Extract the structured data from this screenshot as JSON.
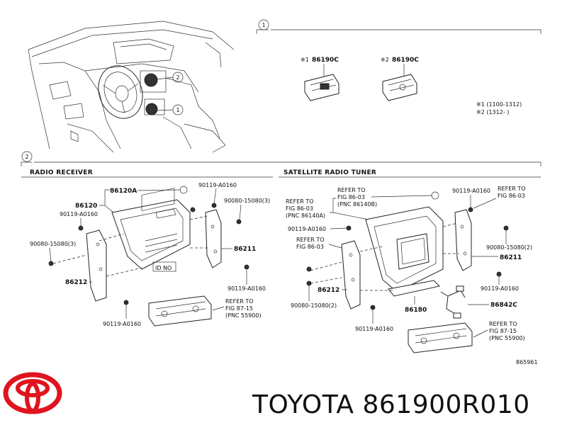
{
  "section_markers": {
    "one": "1",
    "two": "2"
  },
  "variant_callouts": [
    {
      "prefix": "※1",
      "part": "86190C"
    },
    {
      "prefix": "※2",
      "part": "86190C"
    }
  ],
  "variant_legend": [
    "※1 (1100-1312)",
    "※2 (1312-      )"
  ],
  "sections": {
    "radio_receiver": "RADIO RECEIVER",
    "satellite_tuner": "SATELLITE RADIO TUNER"
  },
  "radio_labels": {
    "p86120A": "86120A",
    "p86120": "86120",
    "bolt_a_top": "90119-A0160",
    "screw_top": "90080-15080(3)",
    "bolt_a_left": "90119-A0160",
    "screw_left": "90080-15080(3)",
    "p86211": "86211",
    "p86212": "86212",
    "bolt_a_right": "90119-A0160",
    "bolt_a_bottom": "90119-A0160",
    "id_no": "ID NO",
    "refer_1": "REFER TO",
    "refer_2": "FIG 87-15",
    "refer_3": "(PNC 55900)"
  },
  "sat_labels": {
    "refer_a1": "REFER TO",
    "refer_a2": "FIG 86-03",
    "refer_a3": "(PNC 86140B)",
    "refer_b1": "REFER TO",
    "refer_b2": "FIG 86-03",
    "refer_b3": "(PNC 86140A)",
    "bolt_a_top": "90119-A0160",
    "refer_c1": "REFER TO",
    "refer_c2": "FIG 86-03",
    "bolt_a_left": "90119-A0160",
    "refer_d1": "REFER TO",
    "refer_d2": "FIG 86-03",
    "screw_right": "90080-15080(2)",
    "p86211": "86211",
    "p86212": "86212",
    "screw_left": "90080-15080(2)",
    "bolt_a_right": "90119-A0160",
    "p86180": "86180",
    "p86842C": "86842C",
    "bolt_a_bottom": "90119-A0160",
    "refer_e1": "REFER TO",
    "refer_e2": "FIG 87-15",
    "refer_e3": "(PNC 55900)"
  },
  "diagram_code": "865961",
  "caption": "TOYOTA 861900R010",
  "colors": {
    "logo_red": "#e0141e",
    "ink": "#111111"
  }
}
